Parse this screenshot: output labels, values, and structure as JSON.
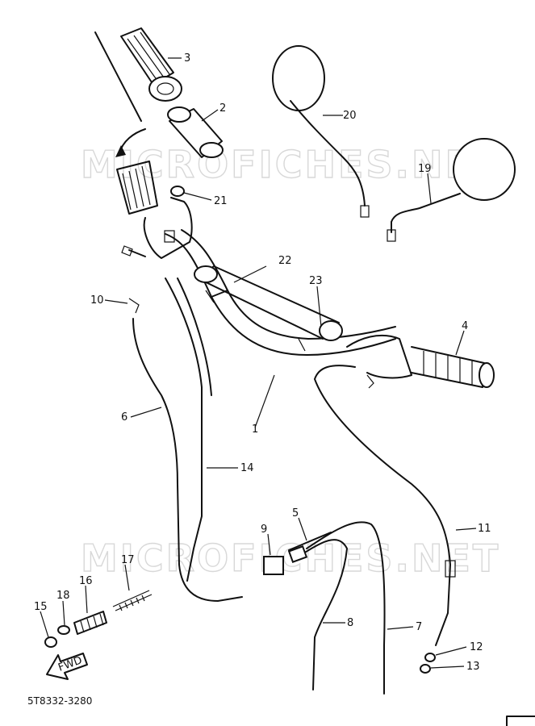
{
  "diagram_code": "5T8332-3280",
  "watermark": "MICROFICHES.NET",
  "fwd_label": "FWD",
  "parts": [
    "1",
    "2",
    "3",
    "4",
    "5",
    "6",
    "7",
    "8",
    "9",
    "10",
    "11",
    "12",
    "13",
    "14",
    "15",
    "16",
    "17",
    "18",
    "19",
    "20",
    "21",
    "22",
    "23"
  ]
}
